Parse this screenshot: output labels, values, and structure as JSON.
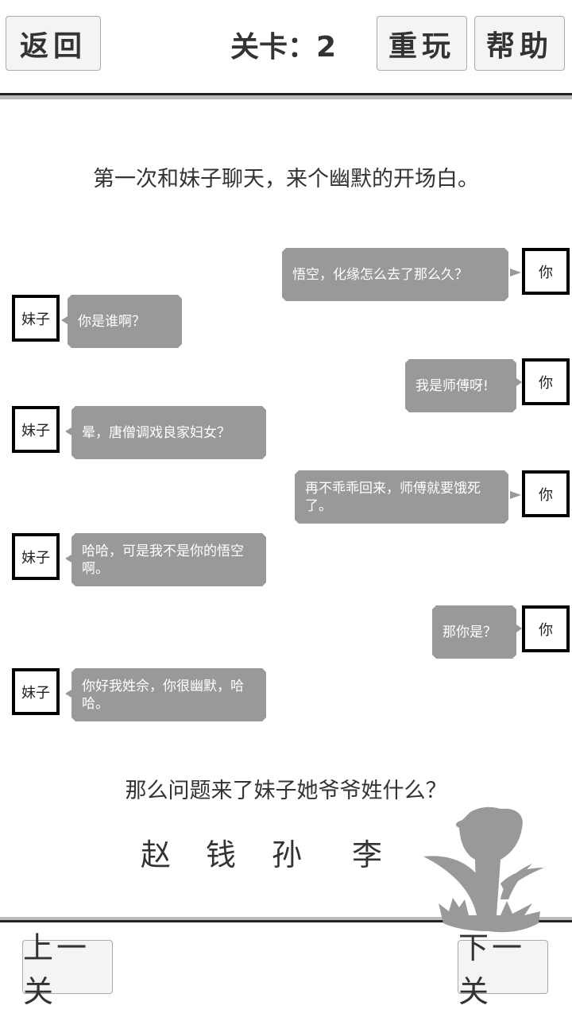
{
  "header": {
    "back_label": "返回",
    "level_label": "关卡：2",
    "replay_label": "重玩",
    "help_label": "帮助"
  },
  "question_intro": "第一次和妹子聊天，来个幽默的开场白。",
  "chat": [
    {
      "speaker": "你",
      "text": "悟空，化缘怎么去了那么久？"
    },
    {
      "speaker": "妹子",
      "text": "你是谁啊？"
    },
    {
      "speaker": "你",
      "text": "我是师傅呀!"
    },
    {
      "speaker": "妹子",
      "text": "晕，唐僧调戏良家妇女？"
    },
    {
      "speaker": "你",
      "text": "再不乖乖回来，师傅就要饿死了。"
    },
    {
      "speaker": "妹子",
      "text": "哈哈，可是我不是你的悟空啊。"
    },
    {
      "speaker": "你",
      "text": "那你是？"
    },
    {
      "speaker": "妹子",
      "text": "你好我姓佘，你很幽默，哈哈。"
    }
  ],
  "question": "那么问题来了妹子她爷爷姓什么？",
  "options": [
    "赵",
    "钱",
    "孙",
    "李"
  ],
  "footer": {
    "prev_label": "上一关",
    "next_label": "下一关"
  },
  "decoration": "tulip-icon"
}
